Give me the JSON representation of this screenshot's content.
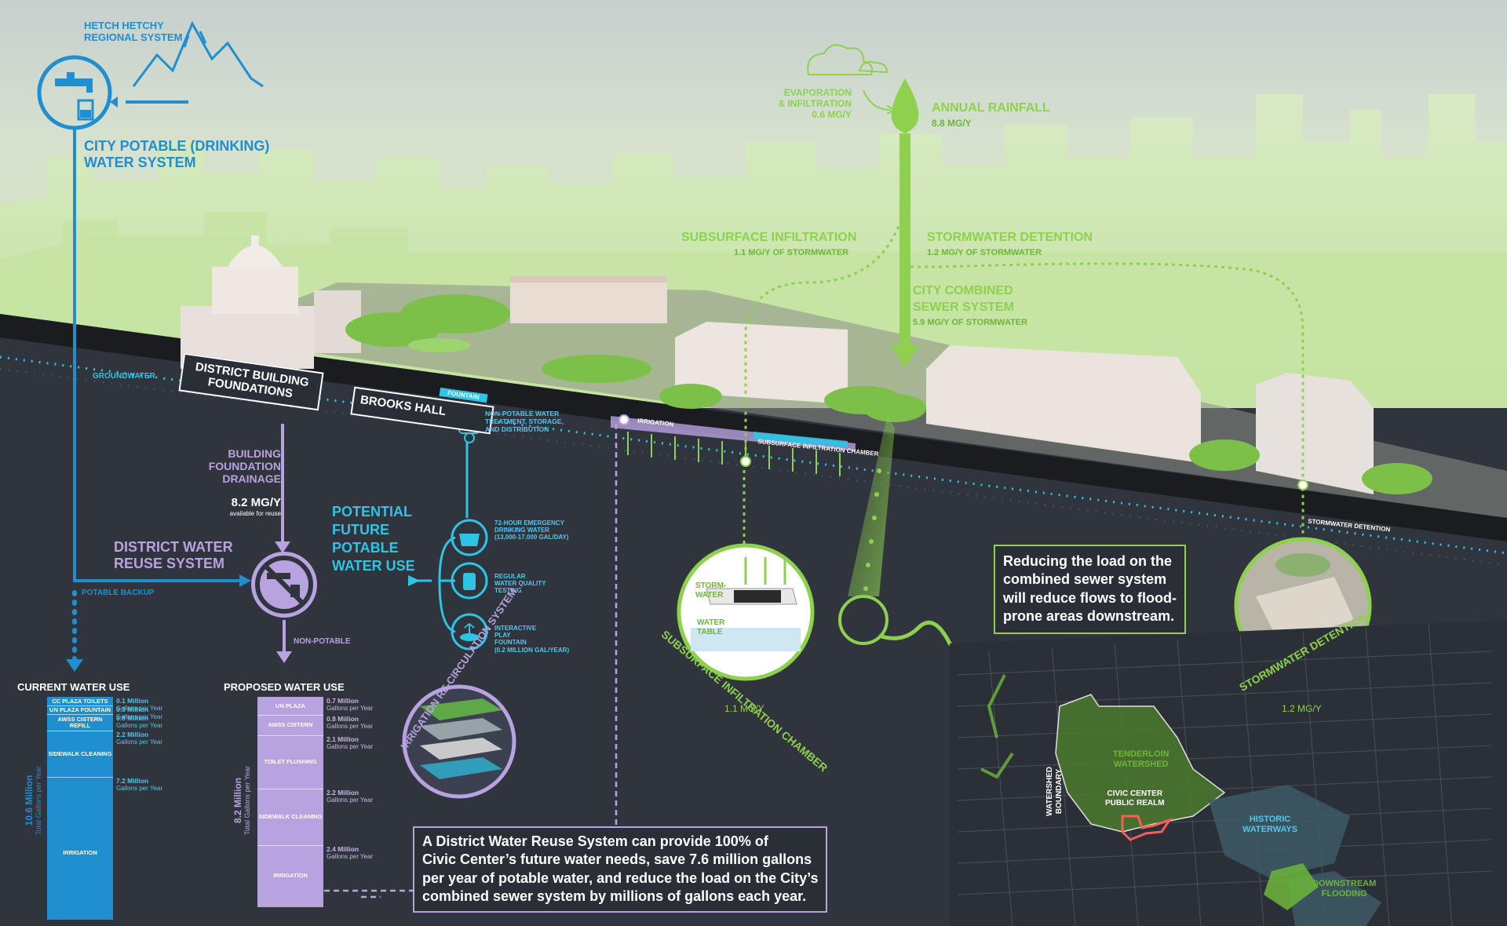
{
  "diagram": {
    "hetch_hetchy": "HETCH HETCHY\nREGIONAL SYSTEM",
    "city_potable": "CITY POTABLE (DRINKING)\nWATER SYSTEM",
    "groundwater": "GROUNDWATER",
    "district_building_foundations": "DISTRICT BUILDING\nFOUNDATIONS",
    "brooks_hall": "BROOKS HALL",
    "fountain": "FOUNTAIN",
    "non_potable_storage": "NON-POTABLE WATER\nTREATMENT, STORAGE,\nAND DISTRIBUTION",
    "building_foundation_drainage": "BUILDING\nFOUNDATION\nDRAINAGE",
    "drainage_value": "8.2 MG/Y",
    "available_for_reuse": "available for reuse",
    "district_water_reuse": "DISTRICT WATER\nREUSE SYSTEM",
    "potable_backup": "POTABLE BACKUP",
    "non_potable": "NON-POTABLE",
    "potential_future": "POTENTIAL\nFUTURE\nPOTABLE\nWATER USE",
    "emergency": "72-HOUR EMERGENCY\nDRINKING WATER\n(13,000-17,000 GAL/DAY)",
    "quality_testing": "REGULAR\nWATER QUALITY\nTESTING",
    "play_fountain": "INTERACTIVE\nPLAY\nFOUNTAIN\n(0.2 MILLION GAL/YEAR)",
    "evaporation": "EVAPORATION\n& INFILTRATION\n0.6 MG/Y",
    "annual_rainfall": "ANNUAL RAINFALL",
    "annual_rainfall_value": "8.8 MG/Y",
    "subsurface_infiltration": "SUBSURFACE INFILTRATION",
    "subsurface_infiltration_value": "1.1 MG/Y OF STORMWATER",
    "stormwater_detention": "STORMWATER DETENTION",
    "stormwater_detention_value": "1.2 MG/Y OF STORMWATER",
    "city_combined_sewer": "CITY COMBINED\nSEWER SYSTEM",
    "city_combined_sewer_value": "5.9 MG/Y OF STORMWATER",
    "irrigation_pill": "IRRIGATION",
    "subsurface_chamber_label": "SUBSURFACE INFILTRATION CHAMBER",
    "stormwater_detention_small": "STORMWATER DETENTION",
    "storm_water": "STORM-\nWATER",
    "water_table": "WATER\nTABLE",
    "chamber_ring": "SUBSURFACE INFILTRATION CHAMBER",
    "chamber_value": "1.1 MG/Y",
    "detention_ring": "STORMWATER DETENTION",
    "detention_value": "1.2 MG/Y",
    "irrigation_ring": "IRRIGATION RE-CIRCULATION SYSTEM",
    "callout_sewer": "Reducing the load on the\ncombined sewer system\nwill reduce flows to flood-\nprone areas downstream.",
    "callout_reuse": "A District Water Reuse System can provide 100% of\nCivic Center’s future water needs, save 7.6 million gallons\nper year of potable water, and reduce the load on the City’s\ncombined sewer system by millions of gallons each year."
  },
  "map": {
    "watershed_boundary": "WATERSHED\nBOUNDARY",
    "tenderloin": "TENDERLOIN\nWATERSHED",
    "civic_center": "CIVIC CENTER\nPUBLIC REALM",
    "historic": "HISTORIC\nWATERWAYS",
    "downstream": "DOWNSTREAM\nFLOODING"
  },
  "current_use": {
    "title": "CURRENT WATER USE",
    "total": "10.6 Million",
    "total_unit": "Total Gallons per Year",
    "segments": [
      {
        "label": "CC PLAZA TOILETS",
        "value": "0.1 Million",
        "unit": "Gallons per Year",
        "mgy": 0.1
      },
      {
        "label": "UN PLAZA FOUNTAIN",
        "value": "0.3 Million",
        "unit": "Gallons per Year",
        "mgy": 0.3
      },
      {
        "label": "AWSS CISTERN REFILL",
        "value": "0.8 Million",
        "unit": "Gallons per Year",
        "mgy": 0.8
      },
      {
        "label": "SIDEWALK CLEANING",
        "value": "2.2 Million",
        "unit": "Gallons per Year",
        "mgy": 2.2
      },
      {
        "label": "IRRIGATION",
        "value": "7.2 Million",
        "unit": "Gallons per Year",
        "mgy": 7.2
      }
    ]
  },
  "proposed_use": {
    "title": "PROPOSED WATER USE",
    "total": "8.2 Million",
    "total_unit": "Total Gallons per Year",
    "segments": [
      {
        "label": "UN PLAZA",
        "value": "0.7 Million",
        "unit": "Gallons per Year",
        "mgy": 0.7
      },
      {
        "label": "AWSS CISTERN",
        "value": "0.8 Million",
        "unit": "Gallons per Year",
        "mgy": 0.8
      },
      {
        "label": "TOILET FLUSHING",
        "value": "2.1 Million",
        "unit": "Gallons per Year",
        "mgy": 2.1
      },
      {
        "label": "SIDEWALK CLEANING",
        "value": "2.2 Million",
        "unit": "Gallons per Year",
        "mgy": 2.2
      },
      {
        "label": "IRRIGATION",
        "value": "2.4 Million",
        "unit": "Gallons per Year",
        "mgy": 2.4
      }
    ]
  },
  "colors": {
    "potable_blue": "#1f8fd0",
    "cyan": "#2ec4e6",
    "reuse_purple": "#b9a2e0",
    "stormwater_green": "#8ed14e",
    "background": "#2f343d"
  }
}
